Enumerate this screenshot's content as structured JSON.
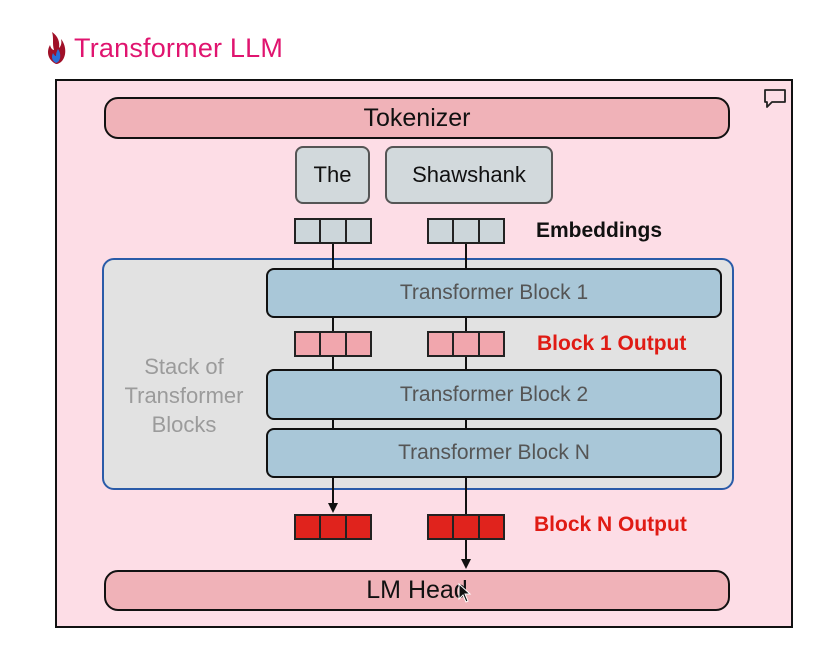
{
  "header": {
    "title": "Transformer LLM"
  },
  "diagram": {
    "tokenizer_label": "Tokenizer",
    "tokens": [
      "The",
      "Shawshank"
    ],
    "embeddings_label": "Embeddings",
    "stack_label_lines": [
      "Stack of",
      "Transformer",
      "Blocks"
    ],
    "blocks": [
      "Transformer Block 1",
      "Transformer Block 2",
      "Transformer Block N"
    ],
    "block1_output_label": "Block 1 Output",
    "blockn_output_label": "Block N Output",
    "lm_head_label": "LM Head"
  },
  "colors": {
    "title": "#e0146f",
    "frame_bg": "#fddde6",
    "bar_fill": "#f0b2b8",
    "token_fill": "#d2d9dc",
    "block_fill": "#a9c7d8",
    "stack_fill": "#e2e2e2",
    "stack_border": "#2a5ba8",
    "embedding_cell": "#ccd6da",
    "block1_cell": "#f1a6ad",
    "blockn_cell": "#e0231d",
    "output_label": "#e01b14"
  },
  "icons": {
    "logo": "flame-logo-icon",
    "comment": "comment-icon",
    "cursor": "mouse-pointer-icon"
  }
}
